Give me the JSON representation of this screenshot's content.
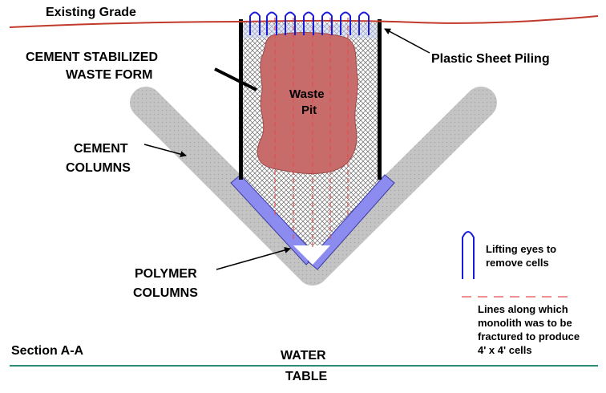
{
  "labels": {
    "existing_grade": "Existing Grade",
    "cement_stabilized_line1": "CEMENT STABILIZED",
    "cement_stabilized_line2": "WASTE FORM",
    "plastic_sheet_piling": "Plastic Sheet Piling",
    "waste_pit_line1": "Waste",
    "waste_pit_line2": "Pit",
    "cement_columns_line1": "CEMENT",
    "cement_columns_line2": "COLUMNS",
    "polymer_columns_line1": "POLYMER",
    "polymer_columns_line2": "COLUMNS",
    "section": "Section A-A",
    "water_table_line1": "WATER",
    "water_table_line2": "TABLE"
  },
  "legend": {
    "lifting_eyes_line1": "Lifting eyes to",
    "lifting_eyes_line2": "remove cells",
    "fracture_line1": "Lines along which",
    "fracture_line2": "monolith was to be",
    "fracture_line3": "fractured to produce",
    "fracture_line4": "4' x 4' cells"
  },
  "colors": {
    "grade_line": "#c0392b",
    "sheet_piling": "#000000",
    "waste_pit": "#c76b6b",
    "lifting_eyes": "#1a1adc",
    "fracture_lines": "#e05050",
    "cement_columns": "#c4c4c4",
    "polymer_columns": "#8c8cf0",
    "water_table": "#2e8b76"
  },
  "icons": {
    "lifting_eye": "inverted-u-loop",
    "fracture": "dashed-line"
  }
}
